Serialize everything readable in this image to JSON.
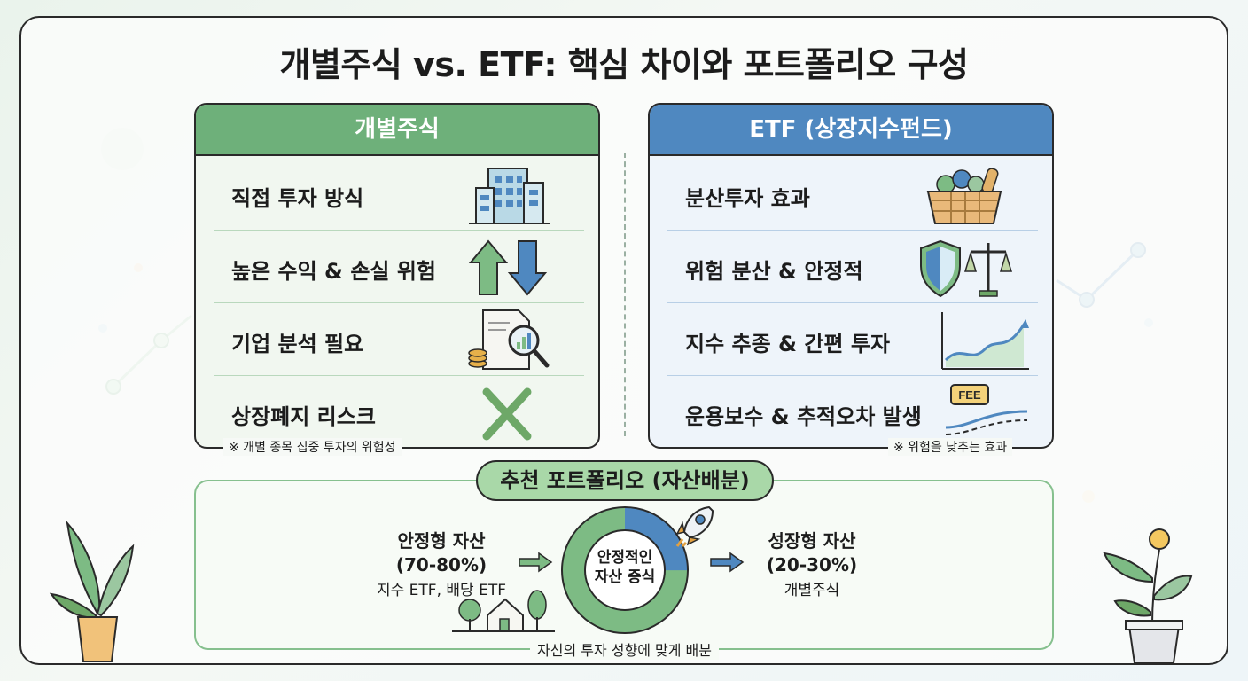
{
  "title": "개별주식 vs. ETF: 핵심 차이와 포트폴리오 구성",
  "left_panel": {
    "header": "개별주식",
    "rows": [
      {
        "label": "직접 투자 방식",
        "icon": "building-icon"
      },
      {
        "label": "높은 수익 & 손실 위험",
        "icon": "up-down-arrows-icon"
      },
      {
        "label": "기업 분석 필요",
        "icon": "report-magnifier-icon"
      },
      {
        "label": "상장폐지 리스크",
        "icon": "x-mark-icon"
      }
    ],
    "note": "※ 개별 종목 집중 투자의 위험성"
  },
  "right_panel": {
    "header": "ETF (상장지수펀드)",
    "rows": [
      {
        "label": "분산투자 효과",
        "icon": "basket-icon"
      },
      {
        "label": "위험 분산 & 안정적",
        "icon": "shield-scale-icon"
      },
      {
        "label": "지수 추종 & 간편 투자",
        "icon": "growth-chart-icon"
      },
      {
        "label": "운용보수 & 추적오차 발생",
        "icon": "fee-tracking-icon"
      }
    ],
    "fee_tag": "FEE",
    "note": "※ 위험을 낮추는 효과"
  },
  "portfolio": {
    "title": "추천 포트폴리오 (자산배분)",
    "stable": {
      "title": "안정형 자산",
      "range": "(70-80%)",
      "desc": "지수 ETF, 배당 ETF"
    },
    "growth": {
      "title": "성장형 자산",
      "range": "(20-30%)",
      "desc": "개별주식"
    },
    "center_line1": "안정적인",
    "center_line2": "자산 증식",
    "note": "자신의 투자 성향에 맞게 배분",
    "stable_share": 0.75,
    "colors": {
      "stable": "#7dbb84",
      "growth": "#4f88c0"
    }
  }
}
